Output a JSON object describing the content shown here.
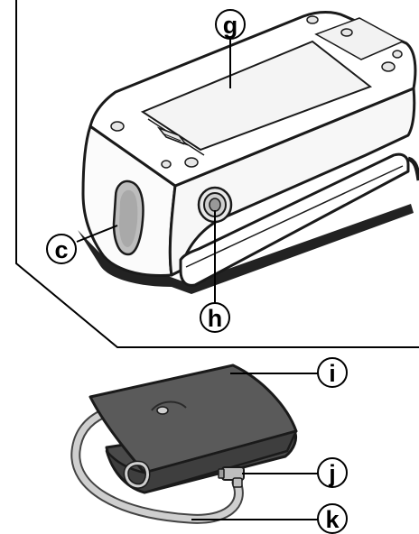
{
  "callouts": {
    "g": "g",
    "c": "c",
    "h": "h",
    "i": "i",
    "j": "j",
    "k": "k"
  },
  "colors": {
    "monitor_body": "#ffffff",
    "monitor_outline": "#1a1a1a",
    "battery_lid": "#f4f4f4",
    "vent": "#bdbdbd",
    "cuff_fabric": "#5a5a5a",
    "cuff_dark": "#4a4a4a",
    "tube": "#cfcfcf",
    "frame_line": "#000000"
  }
}
